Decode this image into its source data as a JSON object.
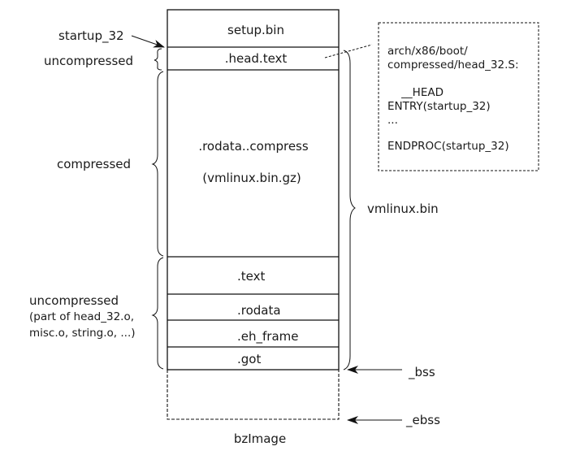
{
  "diagram": {
    "title": "bzImage",
    "sections": [
      {
        "id": "setup-bin",
        "label": "setup.bin"
      },
      {
        "id": "head-text",
        "label": ".head.text"
      },
      {
        "id": "rodata-compress",
        "label": ".rodata..compress",
        "sublabel": "(vmlinux.bin.gz)"
      },
      {
        "id": "text",
        "label": ".text"
      },
      {
        "id": "rodata",
        "label": ".rodata"
      },
      {
        "id": "eh-frame",
        "label": ".eh_frame"
      },
      {
        "id": "got",
        "label": ".got"
      },
      {
        "id": "bss",
        "label": ""
      }
    ],
    "left_labels": {
      "startup": "startup_32",
      "uncompressed_top": "uncompressed",
      "compressed": "compressed",
      "uncompressed_bottom": [
        "uncompressed",
        "(part of head_32.o,",
        "misc.o, string.o, ...)"
      ]
    },
    "right_labels": {
      "vmlinux": "vmlinux.bin",
      "bss": "_bss",
      "ebss": "_ebss"
    },
    "note": {
      "lines": [
        "arch/x86/boot/",
        "compressed/head_32.S:",
        "",
        "    __HEAD",
        "ENTRY(startup_32)",
        "...",
        "",
        "ENDPROC(startup_32)"
      ]
    }
  }
}
